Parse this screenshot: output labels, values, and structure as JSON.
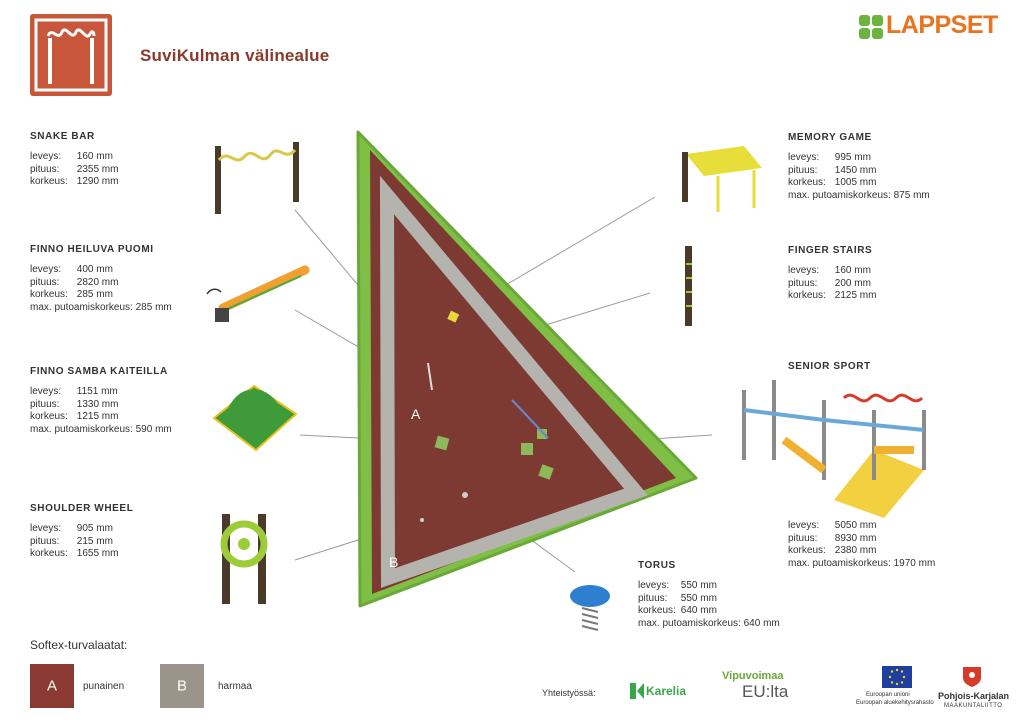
{
  "header": {
    "title": "SuviKulman välinealue",
    "brand": "LAPPSET"
  },
  "colors": {
    "accent": "#c8563a",
    "rubber_red": "#7d3a32",
    "rubber_grey": "#b5b3ae",
    "grass": "#7fbf45",
    "brand_orange": "#e9731e",
    "brand_green": "#6db33f"
  },
  "equipment_left": [
    {
      "name": "SNAKE BAR",
      "rows": [
        {
          "label": "leveys:",
          "value": "160 mm"
        },
        {
          "label": "pituus:",
          "value": "2355 mm"
        },
        {
          "label": "korkeus:",
          "value": "1290 mm"
        }
      ]
    },
    {
      "name": "FINNO HEILUVA PUOMI",
      "rows": [
        {
          "label": "leveys:",
          "value": "400 mm"
        },
        {
          "label": "pituus:",
          "value": "2820 mm"
        },
        {
          "label": "korkeus:",
          "value": "285 mm"
        },
        {
          "label": "max. putoamiskorkeus:",
          "value": "285 mm"
        }
      ]
    },
    {
      "name": "FINNO SAMBA KAITEILLA",
      "rows": [
        {
          "label": "leveys:",
          "value": "1151 mm"
        },
        {
          "label": "pituus:",
          "value": "1330 mm"
        },
        {
          "label": "korkeus:",
          "value": "1215 mm"
        },
        {
          "label": "max. putoamiskorkeus:",
          "value": "590 mm"
        }
      ]
    },
    {
      "name": "SHOULDER WHEEL",
      "rows": [
        {
          "label": "leveys:",
          "value": "905 mm"
        },
        {
          "label": "pituus:",
          "value": "215 mm"
        },
        {
          "label": "korkeus:",
          "value": "1655 mm"
        }
      ]
    }
  ],
  "equipment_right": [
    {
      "name": "MEMORY GAME",
      "rows": [
        {
          "label": "leveys:",
          "value": "995 mm"
        },
        {
          "label": "pituus:",
          "value": "1450 mm"
        },
        {
          "label": "korkeus:",
          "value": "1005 mm"
        },
        {
          "label": "max. putoamiskorkeus:",
          "value": "875 mm"
        }
      ]
    },
    {
      "name": "FINGER STAIRS",
      "rows": [
        {
          "label": "leveys:",
          "value": "160 mm"
        },
        {
          "label": "pituus:",
          "value": "200 mm"
        },
        {
          "label": "korkeus:",
          "value": "2125 mm"
        }
      ]
    },
    {
      "name": "SENIOR SPORT",
      "rows": [
        {
          "label": "leveys:",
          "value": "5050 mm"
        },
        {
          "label": "pituus:",
          "value": "8930 mm"
        },
        {
          "label": "korkeus:",
          "value": "2380 mm"
        },
        {
          "label": "max. putoamiskorkeus:",
          "value": "1970 mm"
        }
      ]
    },
    {
      "name": "TORUS",
      "rows": [
        {
          "label": "leveys:",
          "value": "550 mm"
        },
        {
          "label": "pituus:",
          "value": "550 mm"
        },
        {
          "label": "korkeus:",
          "value": "640 mm"
        },
        {
          "label": "max. putoamiskorkeus:",
          "value": "640 mm"
        }
      ]
    }
  ],
  "site_labels": {
    "a": "A",
    "b": "B"
  },
  "legend": {
    "title": "Softex-turvalaatat:",
    "items": [
      {
        "letter": "A",
        "label": "punainen"
      },
      {
        "letter": "B",
        "label": "harmaa"
      }
    ]
  },
  "footer": {
    "cooperation": "Yhteistyössä:",
    "karelia": "Karelia",
    "vipuvoimaa": "Vipuvoimaa",
    "eu_lta": "EU:lta",
    "eu_small_1": "Euroopan unioni",
    "eu_small_2": "Euroopan aluekehitysrahasto",
    "pk_1": "Pohjois-Karjalan",
    "pk_2": "MAAKUNTALIITTO"
  }
}
